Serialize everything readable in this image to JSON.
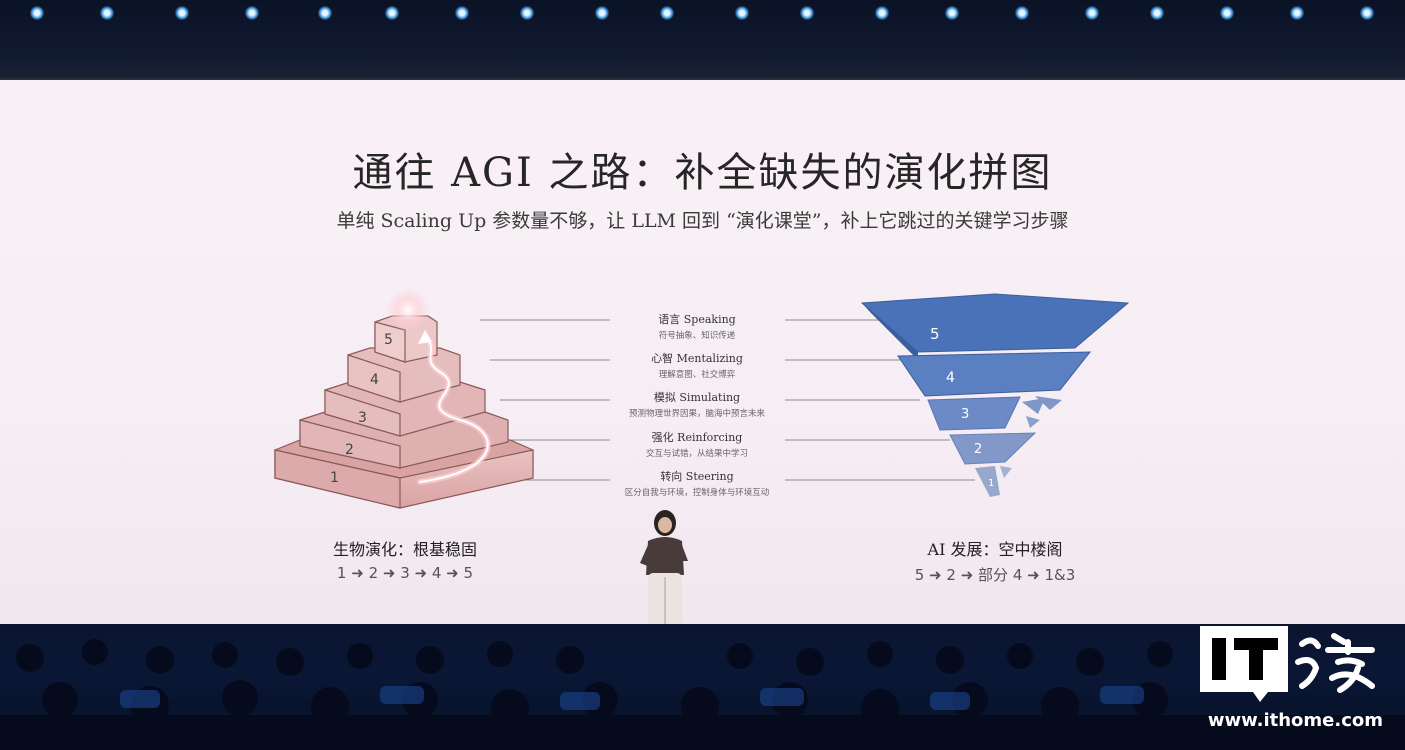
{
  "slide": {
    "title": "通往 AGI 之路：补全缺失的演化拼图",
    "subtitle": "单纯 Scaling Up 参数量不够，让 LLM 回到 “演化课堂”，补上它跳过的关键学习步骤"
  },
  "levels": [
    {
      "name": "语言  Speaking",
      "desc": "符号抽象、知识传递"
    },
    {
      "name": "心智  Mentalizing",
      "desc": "理解意图、社交博弈"
    },
    {
      "name": "模拟  Simulating",
      "desc": "预测物理世界因果，脑海中预言未来"
    },
    {
      "name": "强化  Reinforcing",
      "desc": "交互与试错，从结果中学习"
    },
    {
      "name": "转向  Steering",
      "desc": "区分自我与环境，控制身体与环境互动"
    }
  ],
  "left_pyramid": {
    "layers": [
      "5",
      "4",
      "3",
      "2",
      "1"
    ],
    "caption": "生物演化：根基稳固",
    "sequence": "1 ➜ 2 ➜ 3 ➜ 4 ➜ 5"
  },
  "right_funnel": {
    "layers": [
      "5",
      "4",
      "3",
      "2",
      "1"
    ],
    "caption": "AI 发展：空中楼阁",
    "sequence": "5 ➜ 2 ➜ 部分 4 ➜ 1&3"
  },
  "watermark": {
    "logo": "IT之家",
    "url": "www.ithome.com"
  },
  "colors": {
    "pyramid_fill": "#e6b8b8",
    "pyramid_stroke": "#8a5a5a",
    "funnel_fill": "#4a72b8",
    "screen_bg": "#f6eef4"
  }
}
